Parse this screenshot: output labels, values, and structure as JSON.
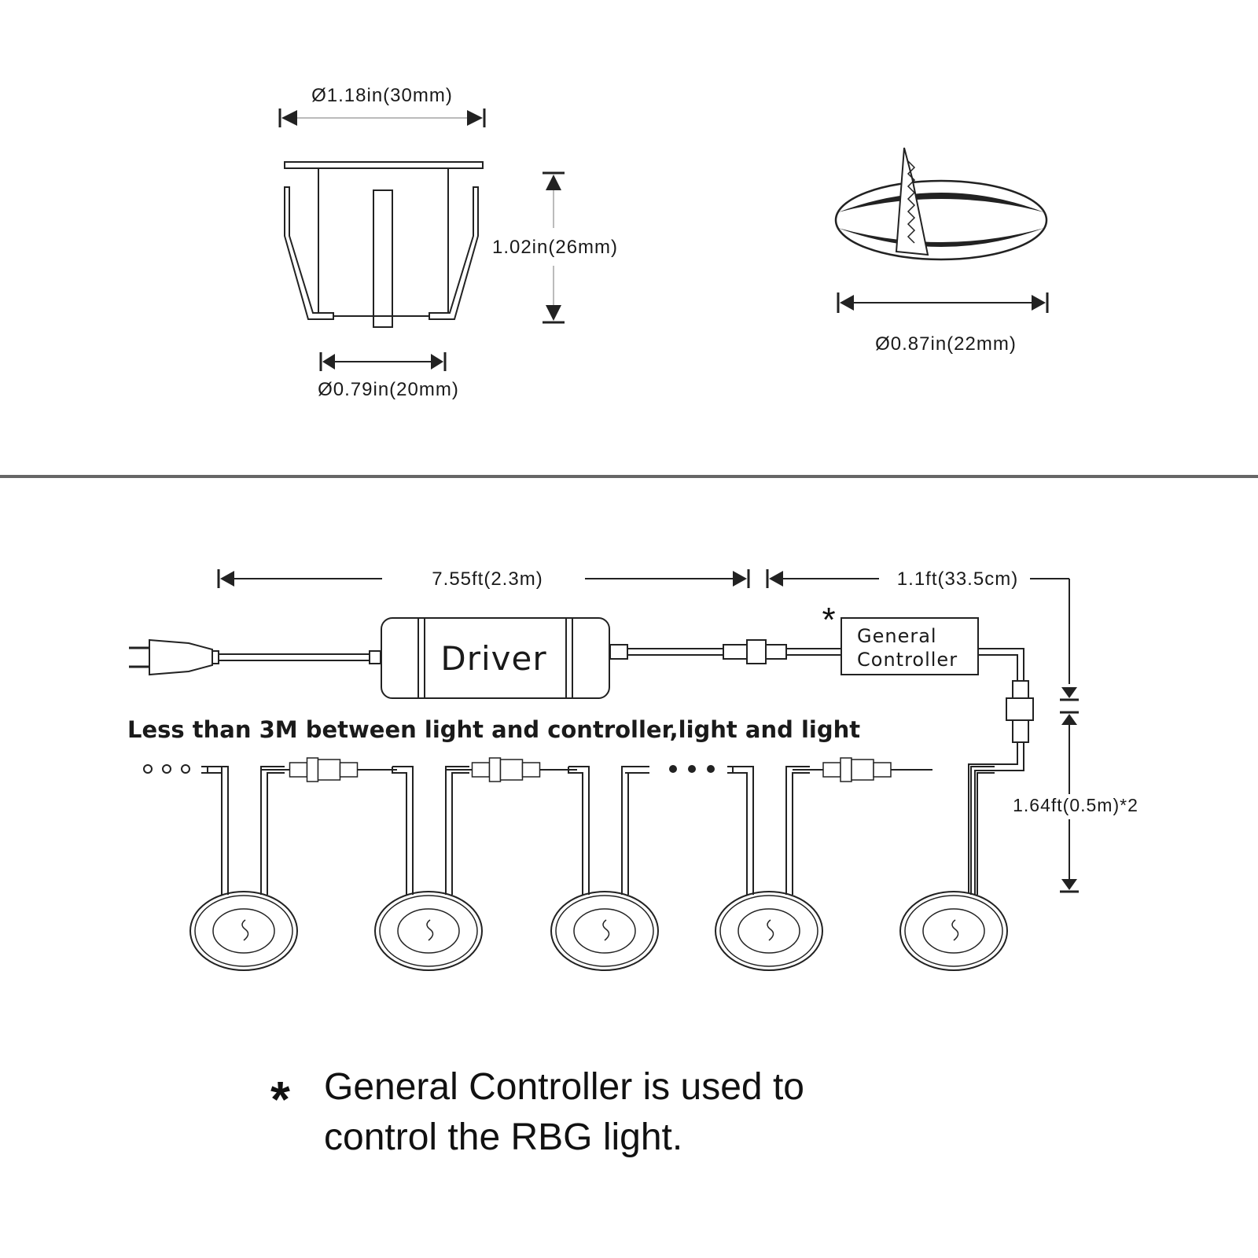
{
  "dimensions": {
    "outer_diameter": "Ø1.18in(30mm)",
    "height": "1.02in(26mm)",
    "inner_diameter": "Ø0.79in(20mm)",
    "hole_diameter": "Ø0.87in(22mm)"
  },
  "wiring": {
    "driver_cable_length": "7.55ft(2.3m)",
    "controller_cable_length": "1.1ft(33.5cm)",
    "driver_label": "Driver",
    "controller_label_line1": "General",
    "controller_label_line2": "Controller",
    "asterisk": "*",
    "distance_note": "Less than 3M between light and controller,light and light",
    "light_lead_length": "1.64ft(0.5m)*2"
  },
  "footnote": {
    "asterisk": "*",
    "line1": "General Controller is used to",
    "line2": "control the RBG light."
  }
}
